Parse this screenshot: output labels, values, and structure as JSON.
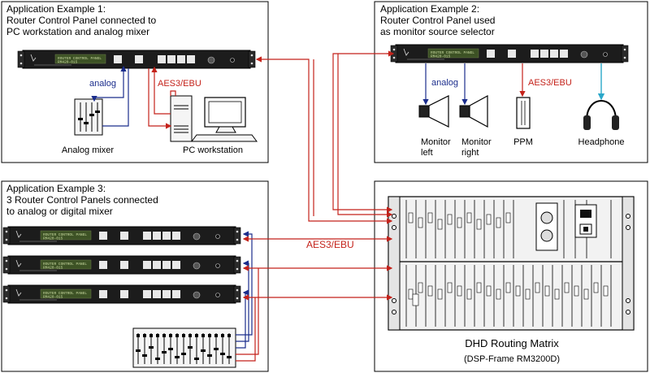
{
  "example1": {
    "title_line1": "Application Example 1:",
    "title_line2": "Router Control Panel connected to",
    "title_line3": "PC workstation and analog mixer",
    "analog_label": "analog",
    "aes_label": "AES3/EBU",
    "mixer_label": "Analog mixer",
    "pc_label": "PC workstation"
  },
  "example2": {
    "title_line1": "Application Example 2:",
    "title_line2": "Router Control Panel used",
    "title_line3": "as monitor source selector",
    "analog_label": "analog",
    "aes_label": "AES3/EBU",
    "monitor_left_line1": "Monitor",
    "monitor_left_line2": "left",
    "monitor_right_line1": "Monitor",
    "monitor_right_line2": "right",
    "ppm_label": "PPM",
    "headphone_label": "Headphone"
  },
  "example3": {
    "title_line1": "Application Example 3:",
    "title_line2": "3 Router Control Panels connected",
    "title_line3": "to analog or digital mixer"
  },
  "center": {
    "aes_label": "AES3/EBU"
  },
  "matrix": {
    "label": "DHD Routing Matrix",
    "sublabel": "(DSP-Frame RM3200D)"
  },
  "panel": {
    "lcd_line1": "ROUTER CONTROL PANEL",
    "lcd_line2": "RM420-015"
  },
  "colors": {
    "aes_red": "#c4221a",
    "analog_blue": "#1b2d8c",
    "headphone_cyan": "#2aa7c9"
  }
}
